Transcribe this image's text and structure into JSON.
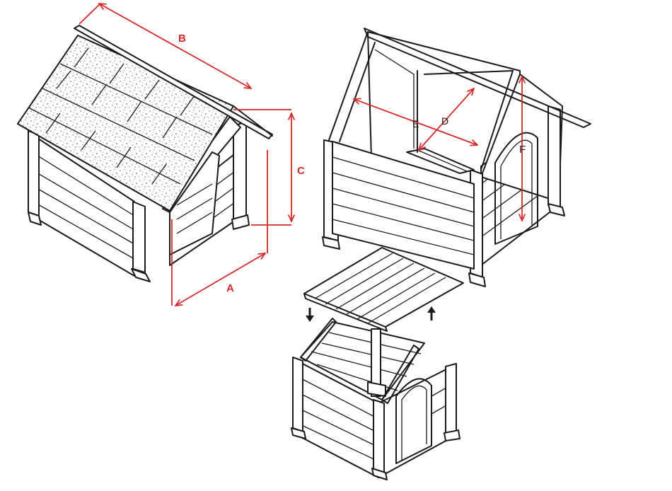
{
  "colors": {
    "ink": "#1a1a1a",
    "dimension": "#d42a2a",
    "shingle": "#8a8a8a"
  },
  "dimensions": {
    "a": "A",
    "b": "B",
    "c": "C",
    "d": "D",
    "e": "E",
    "f": "F"
  },
  "icons": {
    "lower": "arrow-down-icon",
    "raise": "arrow-up-icon"
  }
}
